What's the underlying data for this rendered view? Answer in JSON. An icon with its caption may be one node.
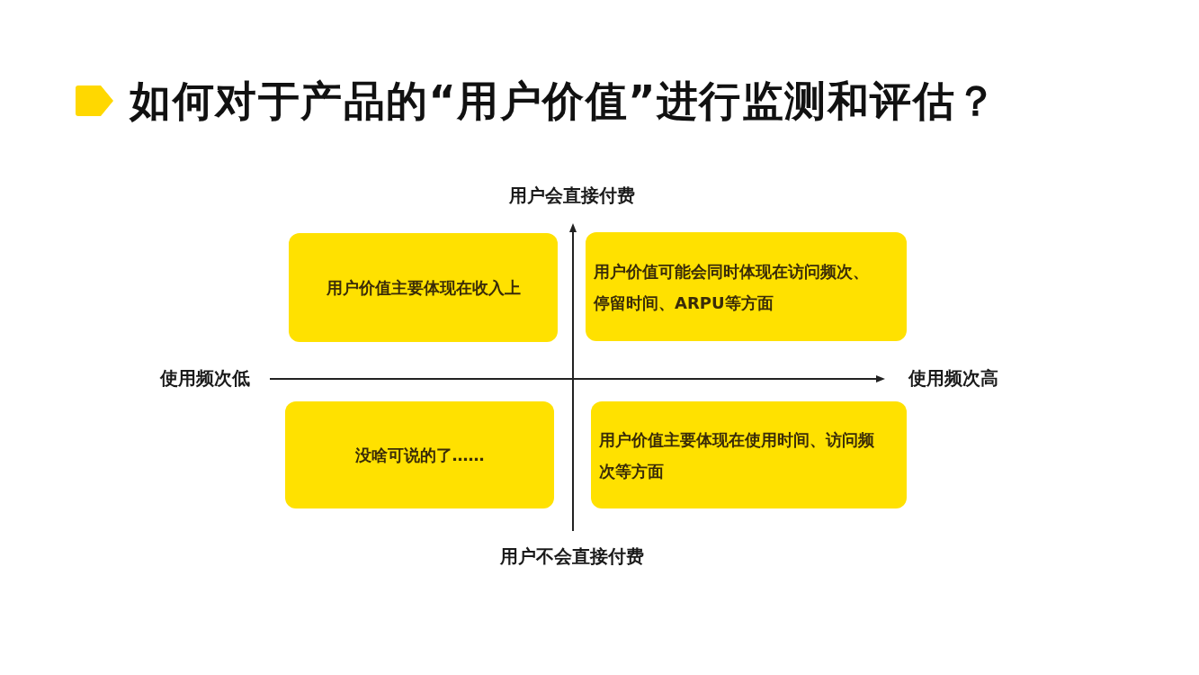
{
  "diagram": {
    "title": "如何对于产品的“用户价值”进行监测和评估？",
    "nodes": [
      {
        "text": [
          "用户价值主要体现在收入上"
        ]
      },
      {
        "text": [
          "用户价值可能会同时体现在访问频次、停留时间、ARPU等方面"
        ]
      },
      {
        "text": [
          "没啥可说的了……"
        ]
      },
      {
        "text": [
          "用户价值主要体现在使用时间、访问频次等方面"
        ]
      }
    ],
    "labels": [
      "用户会直接付费",
      "使用频次低",
      "使用频次高",
      "用户不会直接付费"
    ]
  }
}
